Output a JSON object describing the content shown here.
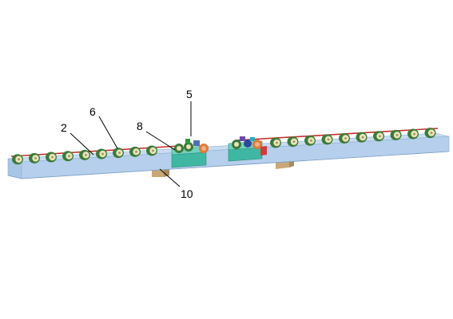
{
  "diagram": {
    "type": "technical-drawing-3d",
    "callouts": [
      {
        "id": "c2",
        "label": "2"
      },
      {
        "id": "c6",
        "label": "6"
      },
      {
        "id": "c8",
        "label": "8"
      },
      {
        "id": "c5",
        "label": "5"
      },
      {
        "id": "c10",
        "label": "10"
      }
    ]
  },
  "colors": {
    "frame_top": "#b9d4ee",
    "frame_side": "#9cbbe0",
    "frame_edge": "#7f9fc7",
    "roller_outer": "#3d7a3a",
    "roller_inner": "#e8e3b8",
    "roller_hub": "#9a9560",
    "drive_line": "#c0322a",
    "drive_box": "#3fb7a2",
    "drive_box_dark": "#2f8f7f",
    "motor_orange": "#e07a3a",
    "support": "#c9a878",
    "callout": "#000000"
  }
}
